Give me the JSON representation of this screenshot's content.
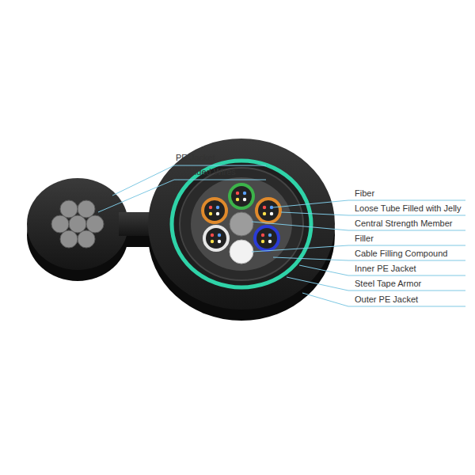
{
  "diagram": {
    "labels": [
      "PE Jacket",
      "Stranded Wires",
      "Fiber",
      "Loose Tube Filled with Jelly",
      "Central Strength Member",
      "Filler",
      "Cable Filling Compound",
      "Inner PE Jacket",
      "Steel Tape Armor",
      "Outer PE Jacket"
    ]
  }
}
